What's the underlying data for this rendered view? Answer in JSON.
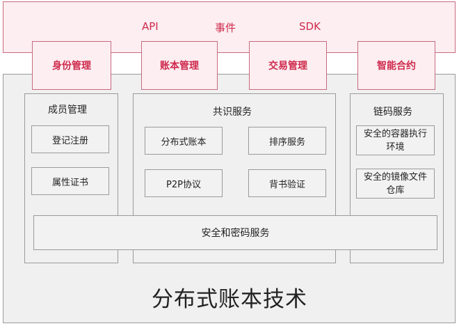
{
  "top_bar": {
    "labels": [
      "API",
      "事件",
      "SDK"
    ]
  },
  "tabs": [
    "身份管理",
    "账本管理",
    "交易管理",
    "智能合约"
  ],
  "panels": {
    "member": {
      "title": "成员管理",
      "items": [
        "登记注册",
        "属性证书"
      ]
    },
    "consensus": {
      "title": "共识服务",
      "items": [
        "分布式账本",
        "排序服务",
        "P2P协议",
        "背书验证"
      ]
    },
    "chaincode": {
      "title": "链码服务",
      "items": [
        "安全的容器执行\n环境",
        "安全的镜像文件\n仓库"
      ]
    }
  },
  "security_bar": "安全和密码服务",
  "footer_title": "分布式账本技术",
  "colors": {
    "accent": "#cf2a4d",
    "pink_fill": "#fceef1",
    "gray_fill": "#f0f0f0",
    "border": "#9a9a9a"
  }
}
